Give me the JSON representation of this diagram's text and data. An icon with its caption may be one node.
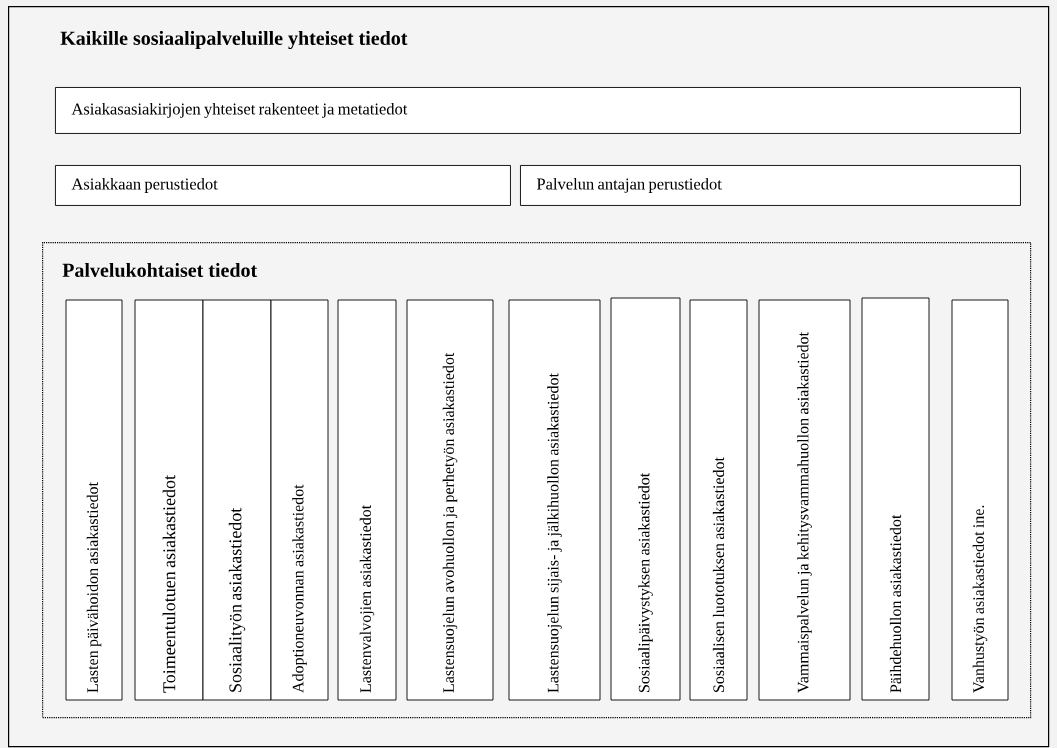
{
  "diagram": {
    "nodes": [
      {
        "text": [
          "Kaikille sosiaalipalveluille yhteiset tiedot"
        ]
      },
      {
        "text": [
          "Asiakasasiakirjojen yhteiset rakenteet ja metatiedot"
        ],
        "in": 0
      },
      {
        "text": [
          "Asiakkaan perustiedot"
        ],
        "in": 0
      },
      {
        "text": [
          "Palvelun antajan perustiedot"
        ],
        "in": 0
      },
      {
        "text": [
          "Palvelukohtaiset tiedot"
        ],
        "in": 0
      },
      {
        "text": [
          "Lasten päivähoidon asiakastiedot"
        ],
        "in": 4
      },
      {
        "text": [
          "Toimeentulotuen asiakastiedot"
        ],
        "in": 4
      },
      {
        "text": [
          "Sosiaalityön asiakastiedot"
        ],
        "in": 4
      },
      {
        "text": [
          "Adoptioneuvonnan asiakastiedot"
        ],
        "in": 4
      },
      {
        "text": [
          "Lastenvalvojien asiakastiedot"
        ],
        "in": 4
      },
      {
        "text": [
          "Lastensuojelun avohuollon ja perhetyön asiakastiedot"
        ],
        "in": 4
      },
      {
        "text": [
          "Lastensuojelun sijais- ja jälkihuollon asiakastiedot"
        ],
        "in": 4
      },
      {
        "text": [
          "Sosiaalipäivystyksen asiakastiedot"
        ],
        "in": 4
      },
      {
        "text": [
          "Sosiaalisen luototuksen asiakastiedot"
        ],
        "in": 4
      },
      {
        "text": [
          "Vammaispalvelun ja kehitysvammahuollon asiakastiedot"
        ],
        "in": 4
      },
      {
        "text": [
          "Päihdehuollon asiakastiedot"
        ],
        "in": 4
      },
      {
        "text": [
          "Vanhustyön asiakastiedot  ine."
        ],
        "in": 4
      }
    ]
  }
}
